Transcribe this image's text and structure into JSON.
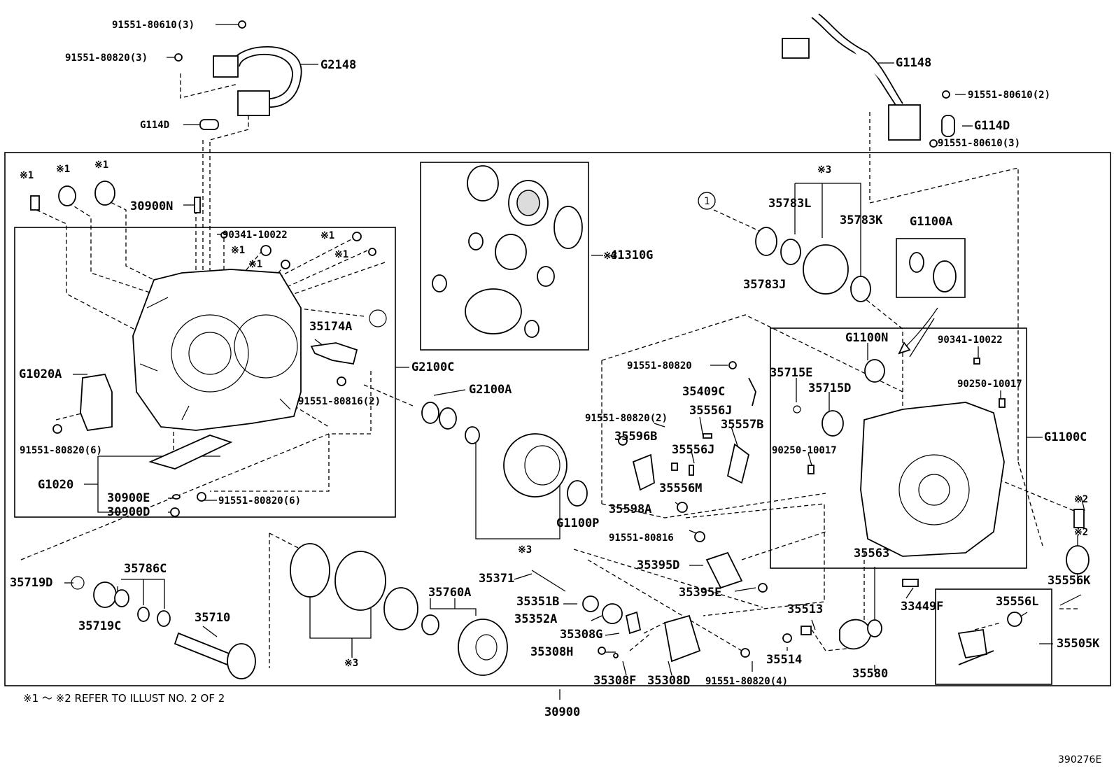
{
  "labels": {
    "p_91551_80610_3_top": "91551-80610(3)",
    "p_91551_80820_3": "91551-80820(3)",
    "p_g2148": "G2148",
    "p_g114d_left": "G114D",
    "p_g1148": "G1148",
    "p_91551_80610_2": "91551-80610(2)",
    "p_g114d_right": "G114D",
    "p_91551_80610_3_right": "91551-80610(3)",
    "p_30900n": "30900N",
    "p_90341_10022_left": "90341-10022",
    "p_35174a": "35174A",
    "p_g2100c": "G2100C",
    "p_g1020a": "G1020A",
    "p_91551_80816_2": "91551-80816(2)",
    "p_91551_80820_6_a": "91551-80820(6)",
    "p_g1020": "G1020",
    "p_30900e": "30900E",
    "p_30900d": "30900D",
    "p_91551_80820_6_b": "91551-80820(6)",
    "p_41310g": "41310G",
    "p_g2100a": "G2100A",
    "p_g1100p": "G1100P",
    "p_35783l": "35783L",
    "p_35783k": "35783K",
    "p_35783j": "35783J",
    "p_g1100a": "G1100A",
    "p_g1100n": "G1100N",
    "p_90341_10022_right": "90341-10022",
    "p_90250_10017_a": "90250-10017",
    "p_90250_10017_b": "90250-10017",
    "p_35715e": "35715E",
    "p_35715d": "35715D",
    "p_g1100c": "G1100C",
    "p_91551_80820_single": "91551-80820",
    "p_35409c": "35409C",
    "p_91551_80820_2": "91551-80820(2)",
    "p_35556j_a": "35556J",
    "p_35557b": "35557B",
    "p_35596b": "35596B",
    "p_35556j_b": "35556J",
    "p_35556m": "35556M",
    "p_35598a": "35598A",
    "p_91551_80816_single": "91551-80816",
    "p_35395d": "35395D",
    "p_35395e": "35395E",
    "p_35556k": "35556K",
    "p_35719d": "35719D",
    "p_35786c": "35786C",
    "p_35719c": "35719C",
    "p_35710": "35710",
    "p_35760a": "35760A",
    "p_35371": "35371",
    "p_35351b": "35351B",
    "p_35352a": "35352A",
    "p_35308g": "35308G",
    "p_35308h": "35308H",
    "p_35308f": "35308F",
    "p_35308d": "35308D",
    "p_91551_80820_4": "91551-80820(4)",
    "p_35513": "35513",
    "p_35563": "35563",
    "p_33449f": "33449F",
    "p_35514": "35514",
    "p_35580": "35580",
    "p_35556l": "35556L",
    "p_35505k": "35505K",
    "p_30900": "30900"
  },
  "marks": {
    "m1": "※1",
    "m2": "※2",
    "m3": "※3",
    "circle1": "1"
  },
  "footnote": "※1 ～ ※2 REFER TO ILLUST NO. 2 OF 2",
  "illustration_id": "390276E"
}
